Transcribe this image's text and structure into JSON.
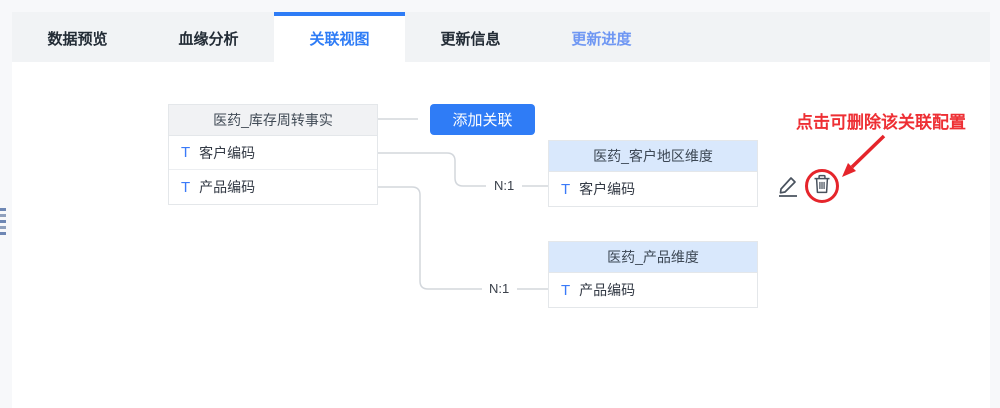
{
  "tabs": {
    "items": [
      {
        "label": "数据预览",
        "state": "normal"
      },
      {
        "label": "血缘分析",
        "state": "normal"
      },
      {
        "label": "关联视图",
        "state": "active"
      },
      {
        "label": "更新信息",
        "state": "normal"
      },
      {
        "label": "更新进度",
        "state": "link"
      }
    ]
  },
  "canvas": {
    "main_table": {
      "title": "医药_库存周转事实",
      "fields": [
        {
          "icon": "T",
          "name": "客户编码"
        },
        {
          "icon": "T",
          "name": "产品编码"
        }
      ]
    },
    "add_button_label": "添加关联",
    "related_tables": [
      {
        "title": "医药_客户地区维度",
        "relation": "N:1",
        "fields": [
          {
            "icon": "T",
            "name": "客户编码"
          }
        ]
      },
      {
        "title": "医药_产品维度",
        "relation": "N:1",
        "fields": [
          {
            "icon": "T",
            "name": "产品编码"
          }
        ]
      }
    ],
    "annotation": {
      "text": "点击可删除该关联配置"
    }
  },
  "icons": {
    "edit": "pencil-icon",
    "delete": "trash-icon",
    "field_type": "T-type-icon"
  },
  "colors": {
    "accent_blue": "#2f7cf6",
    "tab_link_blue": "#6f97f3",
    "dim_header_blue": "#d9e8fc",
    "annotation_red": "#ee2f34",
    "wire_gray": "#d3d7dc"
  }
}
